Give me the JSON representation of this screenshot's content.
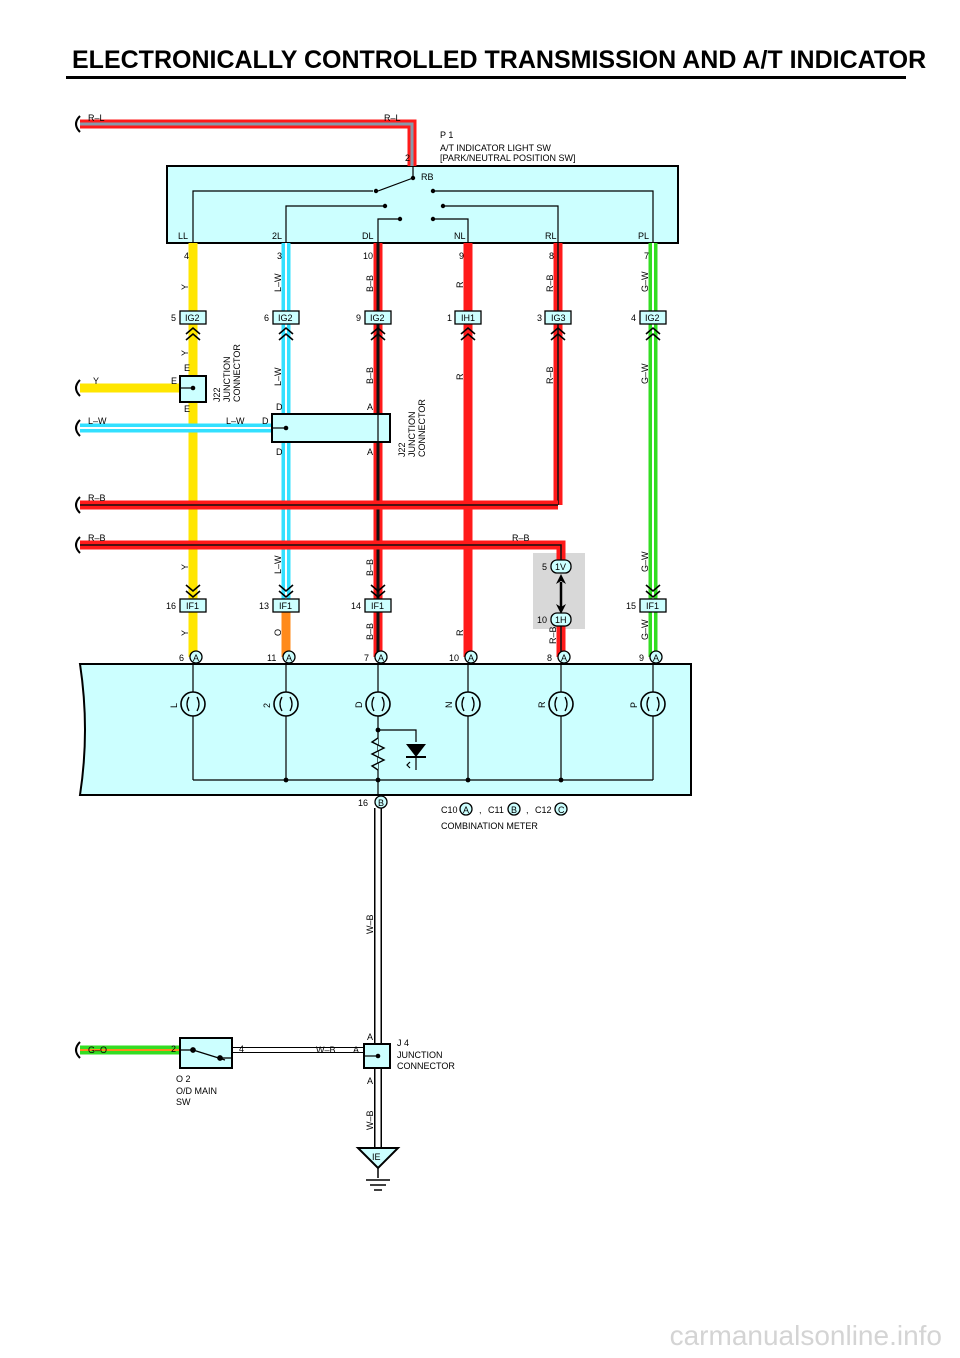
{
  "title": "ELECTRONICALLY CONTROLLED TRANSMISSION AND A/T INDICATOR",
  "watermark": "carmanualsonline.info",
  "colors": {
    "red": "#ff1a1a",
    "yellow": "#ffe600",
    "cyan": "#33e0ff",
    "green": "#33dd22",
    "orange": "#ff8a1a",
    "black": "#111111",
    "white_black": "#ffffff",
    "box_fill": "#ccffff",
    "shade": "#d8d8d8"
  },
  "wires": {
    "top_left": "R–L",
    "top_right": "R–L",
    "y_left": "Y",
    "lw_left": "L–W",
    "lw_mid": "L–W",
    "rb_1": "R–B",
    "rb_2": "R–B",
    "rb_2_right": "R–B",
    "go_left": "G–O",
    "wb_mid": "W–B",
    "wb_j4": "W–B",
    "wb_bottom": "W–B",
    "col_y_1": "Y",
    "col_y_2": "Y",
    "col_y_3": "Y",
    "col_y_4": "Y",
    "col_lw_1": "L–W",
    "col_lw_2": "L–W",
    "col_lw_3": "L–W",
    "col_o": "O",
    "col_bb_1": "B–B",
    "col_bb_2": "B–B",
    "col_bb_3": "B–B",
    "col_bb_4": "B–B",
    "col_r_1": "R",
    "col_r_2": "R",
    "col_r_3": "R",
    "col_rb_1": "R–B",
    "col_rb_2": "R–B",
    "col_rb_3": "R–B",
    "col_gw_1": "G–W",
    "col_gw_2": "G–W",
    "col_gw_3": "G–W",
    "col_gw_4": "G–W"
  },
  "p1": {
    "id": "P 1",
    "name": "A/T INDICATOR LIGHT SW",
    "sub": "[PARK/NEUTRAL POSITION SW]",
    "pin_top": "2",
    "pin_rb": "RB",
    "positions": [
      "LL",
      "2L",
      "DL",
      "NL",
      "RL",
      "PL"
    ],
    "pins": [
      "4",
      "3",
      "10",
      "9",
      "8",
      "7"
    ]
  },
  "connectors_top": [
    {
      "pin": "5",
      "code": "IG2"
    },
    {
      "pin": "6",
      "code": "IG2"
    },
    {
      "pin": "9",
      "code": "IG2"
    },
    {
      "pin": "1",
      "code": "IH1"
    },
    {
      "pin": "3",
      "code": "IG3"
    },
    {
      "pin": "4",
      "code": "IG2"
    }
  ],
  "j22_left": {
    "line1": "J22",
    "line2": "JUNCTION",
    "line3": "CONNECTOR",
    "pin_e1": "E",
    "pin_e2": "E",
    "pin_e3": "E",
    "pin_d1": "D",
    "pin_d2": "D",
    "pin_d3": "D"
  },
  "j22_right": {
    "line1": "J22",
    "line2": "JUNCTION",
    "line3": "CONNECTOR",
    "pin_a1": "A",
    "pin_a2": "A"
  },
  "connectors_if": [
    {
      "pin": "16",
      "code": "IF1"
    },
    {
      "pin": "13",
      "code": "IF1"
    },
    {
      "pin": "14",
      "code": "IF1"
    },
    {
      "pin": "15",
      "code": "IF1"
    }
  ],
  "conn_1v": {
    "pin": "5",
    "code": "1V"
  },
  "conn_1h": {
    "pin": "10",
    "code": "1H"
  },
  "meter_pins": [
    {
      "pin": "6",
      "letter": "A"
    },
    {
      "pin": "11",
      "letter": "A"
    },
    {
      "pin": "7",
      "letter": "A"
    },
    {
      "pin": "10",
      "letter": "A"
    },
    {
      "pin": "8",
      "letter": "A"
    },
    {
      "pin": "9",
      "letter": "A"
    }
  ],
  "lamps": [
    "L",
    "2",
    "D",
    "N",
    "R",
    "P"
  ],
  "meter_bottom_pin": {
    "pin": "16",
    "letter": "B"
  },
  "meter_name": {
    "c10": "C10",
    "a": "A",
    "sep1": ",",
    "c11": "C11",
    "b": "B",
    "sep2": ",",
    "c12": "C12",
    "c": "C",
    "name": "COMBINATION METER"
  },
  "j4": {
    "id": "J 4",
    "line2": "JUNCTION",
    "line3": "CONNECTOR",
    "pin_a1": "A",
    "pin_a2": "A",
    "pin_a3": "A"
  },
  "o2": {
    "id": "O 2",
    "line2": "O/D MAIN",
    "line3": "SW",
    "pin_left": "2",
    "pin_right": "4"
  },
  "ground": {
    "code": "IE"
  }
}
